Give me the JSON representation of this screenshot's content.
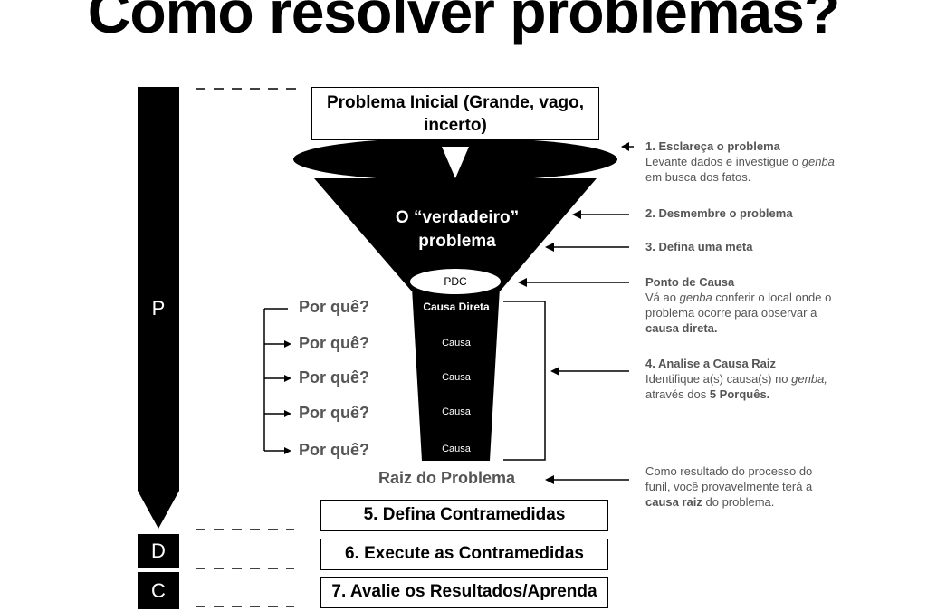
{
  "title": "Como resolver problemas?",
  "phases": {
    "p": "P",
    "d": "D",
    "c": "C"
  },
  "funnel": {
    "top_box": "Problema Inicial (Grande, vago, incerto)",
    "true_problem": "O “verdadeiro” problema",
    "pdc": "PDC",
    "direct_cause": "Causa Direta",
    "causes": [
      "Causa",
      "Causa",
      "Causa",
      "Causa"
    ],
    "root": "Raiz do Problema"
  },
  "whys": [
    "Por quê?",
    "Por quê?",
    "Por quê?",
    "Por quê?",
    "Por quê?"
  ],
  "notes": {
    "step1_title": "1.  Esclareça o problema",
    "step1_body_a": "Levante dados e investigue o",
    "step1_body_em": "genba",
    "step1_body_b": "em busca dos fatos.",
    "step2": "2. Desmembre o problema",
    "step3": "3. Defina uma meta",
    "cause_point_title": "Ponto de Causa",
    "cause_point_a": "Vá ao",
    "cause_point_em": "genba",
    "cause_point_b": "conferir o local onde o problema ocorre para observar a",
    "cause_point_strong": "causa direta.",
    "step4_title": "4. Analise a Causa Raiz",
    "step4_a": "Identifique a(s) causa(s) no",
    "step4_em": "genba,",
    "step4_b": "através dos",
    "step4_strong": "5 Porquês.",
    "result_a": "Como resultado do processo do funil, você provavelmente terá a",
    "result_strong": "causa raiz",
    "result_b": "do problema."
  },
  "countermeasures": [
    "5. Defina Contramedidas",
    "6. Execute as Contramedidas",
    "7. Avalie os Resultados/Aprenda"
  ],
  "colors": {
    "ink": "#000000",
    "muted": "#555555",
    "paper": "#ffffff"
  }
}
